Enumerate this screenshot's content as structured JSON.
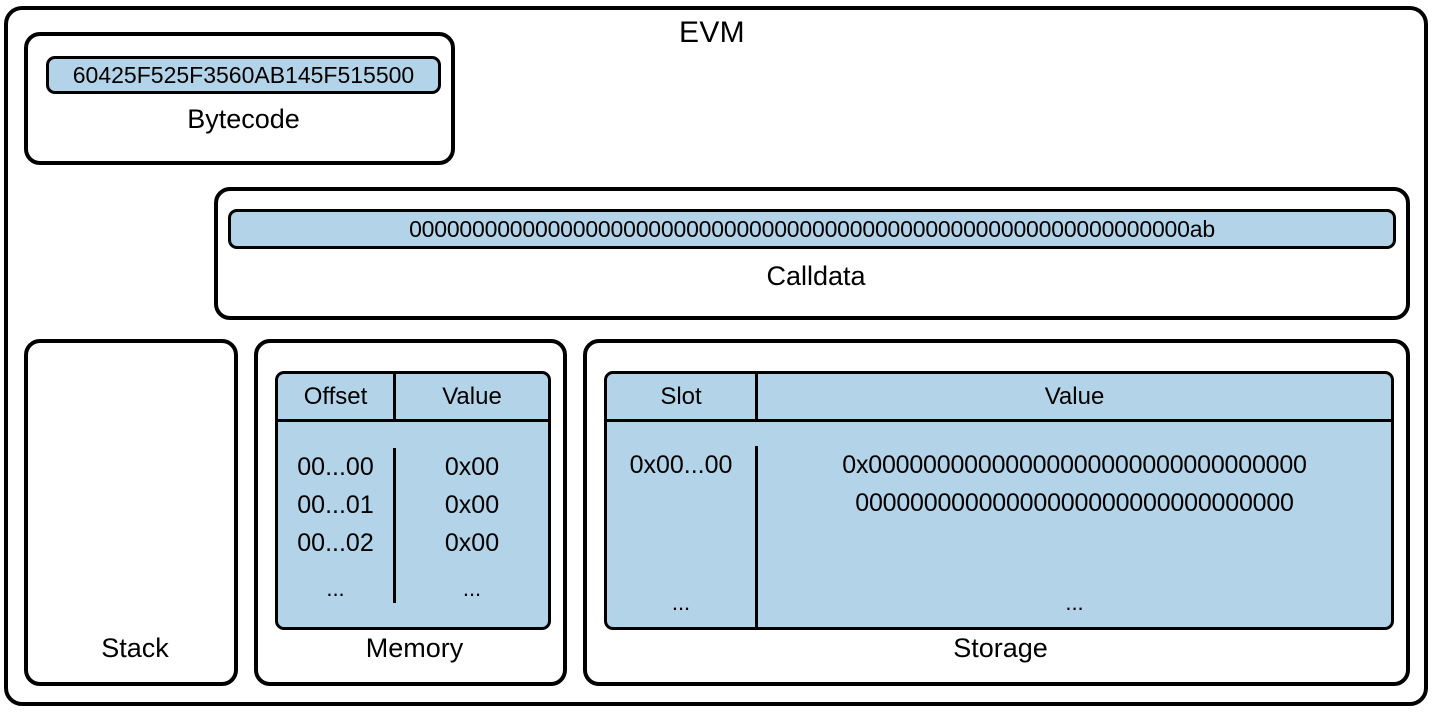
{
  "diagram": {
    "title": "EVM",
    "bytecode": {
      "label": "Bytecode",
      "value": "60425F525F3560AB145F515500"
    },
    "calldata": {
      "label": "Calldata",
      "value": "00000000000000000000000000000000000000000000000000000000000000ab"
    },
    "stack": {
      "label": "Stack",
      "items": []
    },
    "memory": {
      "label": "Memory",
      "columns": [
        "Offset",
        "Value"
      ],
      "offsets": [
        "00...00",
        "00...01",
        "00...02",
        "..."
      ],
      "values": [
        "0x00",
        "0x00",
        "0x00",
        "..."
      ]
    },
    "storage": {
      "label": "Storage",
      "columns": [
        "Slot",
        "Value"
      ],
      "slot": "0x00...00",
      "slot_ellipsis": "...",
      "value_line1": "0x00000000000000000000000000000000",
      "value_line2": "00000000000000000000000000000000",
      "value_ellipsis": "..."
    },
    "colors": {
      "fill": "#b3d3e8",
      "stroke": "#000000",
      "background": "#ffffff"
    }
  }
}
